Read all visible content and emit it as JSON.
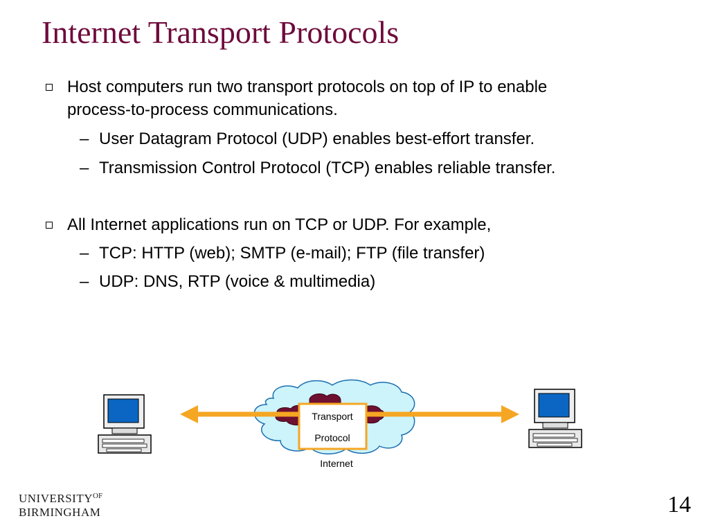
{
  "slide": {
    "title": "Internet Transport Protocols",
    "bullets": [
      {
        "lines": [
          "Host computers run two transport protocols on top of IP to enable",
          "process-to-process communications."
        ],
        "subs": [
          "User Datagram Protocol (UDP) enables best-effort transfer.",
          "Transmission Control Protocol (TCP) enables reliable transfer."
        ]
      },
      {
        "lines": [
          "All Internet applications run on TCP or UDP.  For example,"
        ],
        "subs": [
          "TCP:  HTTP (web); SMTP (e-mail); FTP (file transfer)",
          "UDP:  DNS, RTP (voice & multimedia)"
        ]
      }
    ],
    "dash_glyph": "–"
  },
  "diagram": {
    "box_line1": "Transport",
    "box_line2": "Protocol",
    "cloud_label": "Internet",
    "colors": {
      "arrow": "#f5a623",
      "cloud": "#cdf3fb",
      "inner_cloud": "#6e1030",
      "box": "#f5a623"
    }
  },
  "footer": {
    "logo_line1": "UNIVERSITY",
    "logo_of": "OF",
    "logo_line2": "BIRMINGHAM",
    "page_number": "14"
  }
}
